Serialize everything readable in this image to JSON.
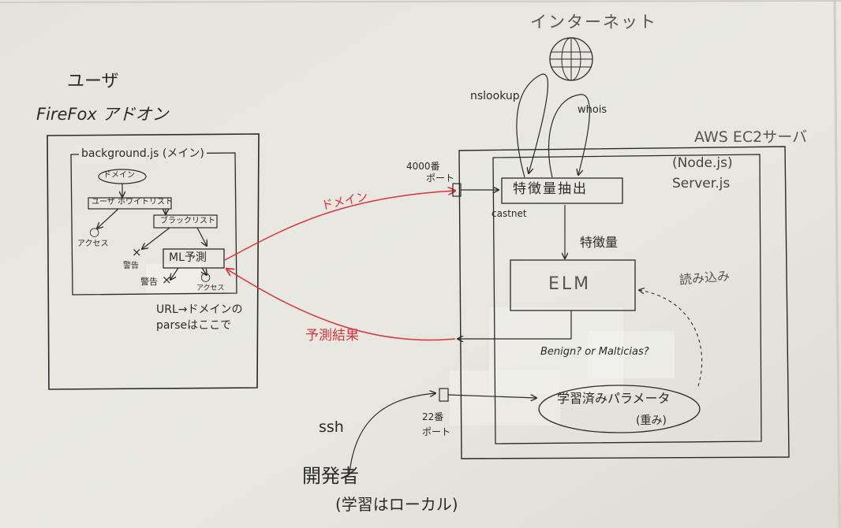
{
  "user": {
    "title": "ユーザ",
    "addon": "FireFox アドオン"
  },
  "addon": {
    "background": "background.js (メイン)",
    "domain_oval": "ドメイン",
    "whitelist": "ユーザ ホワイトリスト",
    "blacklist": "ブラックリスト",
    "access1": "アクセス",
    "warn1": "警告",
    "ml": "ML予測",
    "warn2": "警告",
    "access2": "アクセス",
    "circle_mark": "○",
    "cross_mark": "×",
    "parse_note_1": "URL→ドメインの",
    "parse_note_2": "parseはここで"
  },
  "arrows": {
    "domain": "ドメイン",
    "result": "予測結果"
  },
  "internet": {
    "label": "インターネット"
  },
  "server": {
    "title": "AWS EC2サーバ",
    "runtime": "(Node.js)",
    "file": "Server.js",
    "port4000_1": "4000番",
    "port4000_2": "ポート",
    "nslookup": "nslookup",
    "whois": "whois",
    "extract": "特徴量抽出",
    "castnet": "castnet",
    "features": "特徴量",
    "elm": "ELM",
    "load": "読み込み",
    "output": "Benign? or Malticias?",
    "params": "学習済みパラメータ",
    "weights": "(重み)",
    "port22_1": "22番",
    "port22_2": "ポート"
  },
  "dev": {
    "ssh": "ssh",
    "title": "開発者",
    "note": "(学習はローカル)"
  },
  "colors": {
    "paper": "#e8e7e1",
    "ink": "#2a2a2a",
    "red": "#d9343a",
    "shadow": "#f6f6f2"
  }
}
